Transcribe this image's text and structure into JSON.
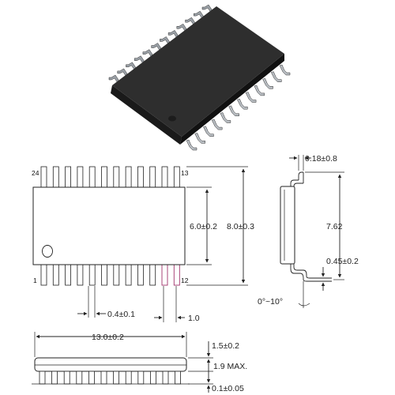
{
  "package": {
    "pin_count": 24,
    "top_left_pin": "24",
    "top_right_pin": "13",
    "bottom_left_pin": "1",
    "bottom_right_pin": "12"
  },
  "dimensions": {
    "body_width": "6.0±0.2",
    "overall_width": "8.0±0.3",
    "pin_width": "0.4±0.1",
    "pin_pitch": "1.0",
    "body_length": "13.0±0.2",
    "body_thickness": "1.5±0.2",
    "max_height": "1.9 MAX.",
    "standoff": "0.1±0.05",
    "lead_thickness": "0.18±0.8",
    "lead_span": "7.62",
    "foot_length": "0.45±0.2",
    "foot_angle": "0°~10°"
  },
  "colors": {
    "body_dark": "#262626",
    "body_top": "#2e2e2e",
    "pin_highlight": "#a0306a",
    "line": "#222222"
  }
}
